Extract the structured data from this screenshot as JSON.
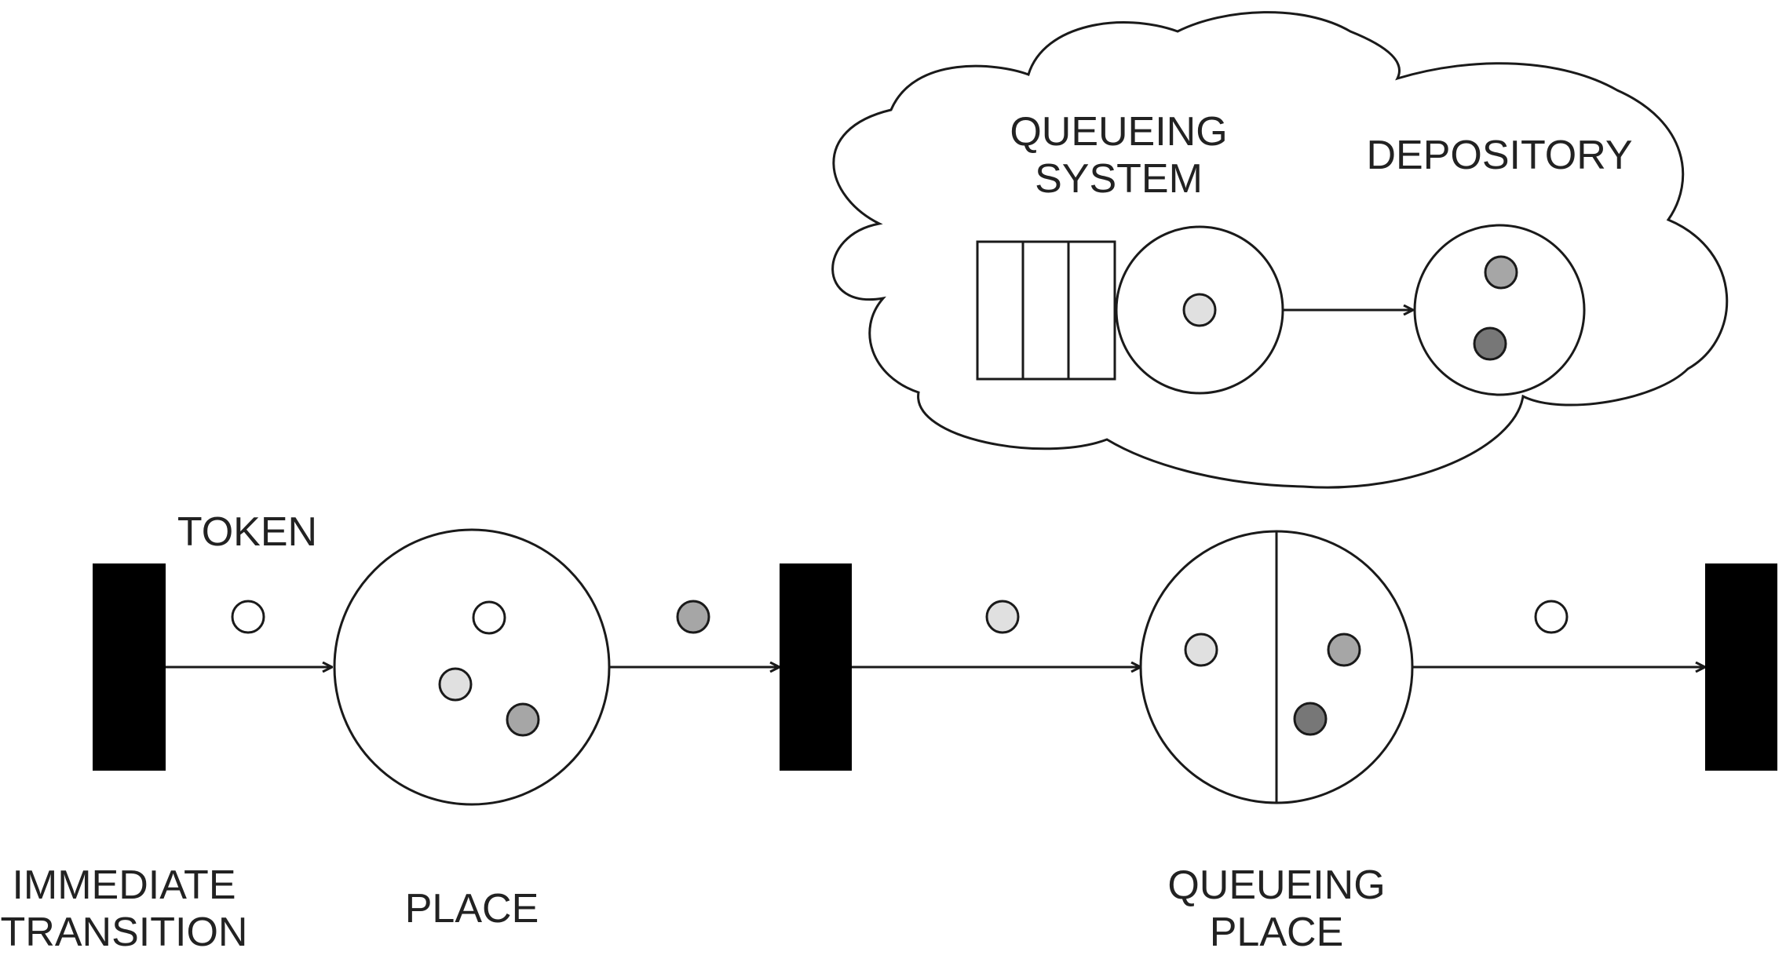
{
  "labels": {
    "token": "TOKEN",
    "immediate_transition": [
      "IMMEDIATE",
      "TRANSITION"
    ],
    "place": "PLACE",
    "queueing_place": [
      "QUEUEING",
      "PLACE"
    ],
    "queueing_system": [
      "QUEUEING",
      "SYSTEM"
    ],
    "depository": "DEPOSITORY"
  },
  "colors": {
    "token_white": "#ffffff",
    "token_light": "#e0e0e0",
    "token_medium": "#a6a6a6",
    "token_dark": "#777777",
    "stroke": "#1a1a1a",
    "transition": "#000000"
  }
}
